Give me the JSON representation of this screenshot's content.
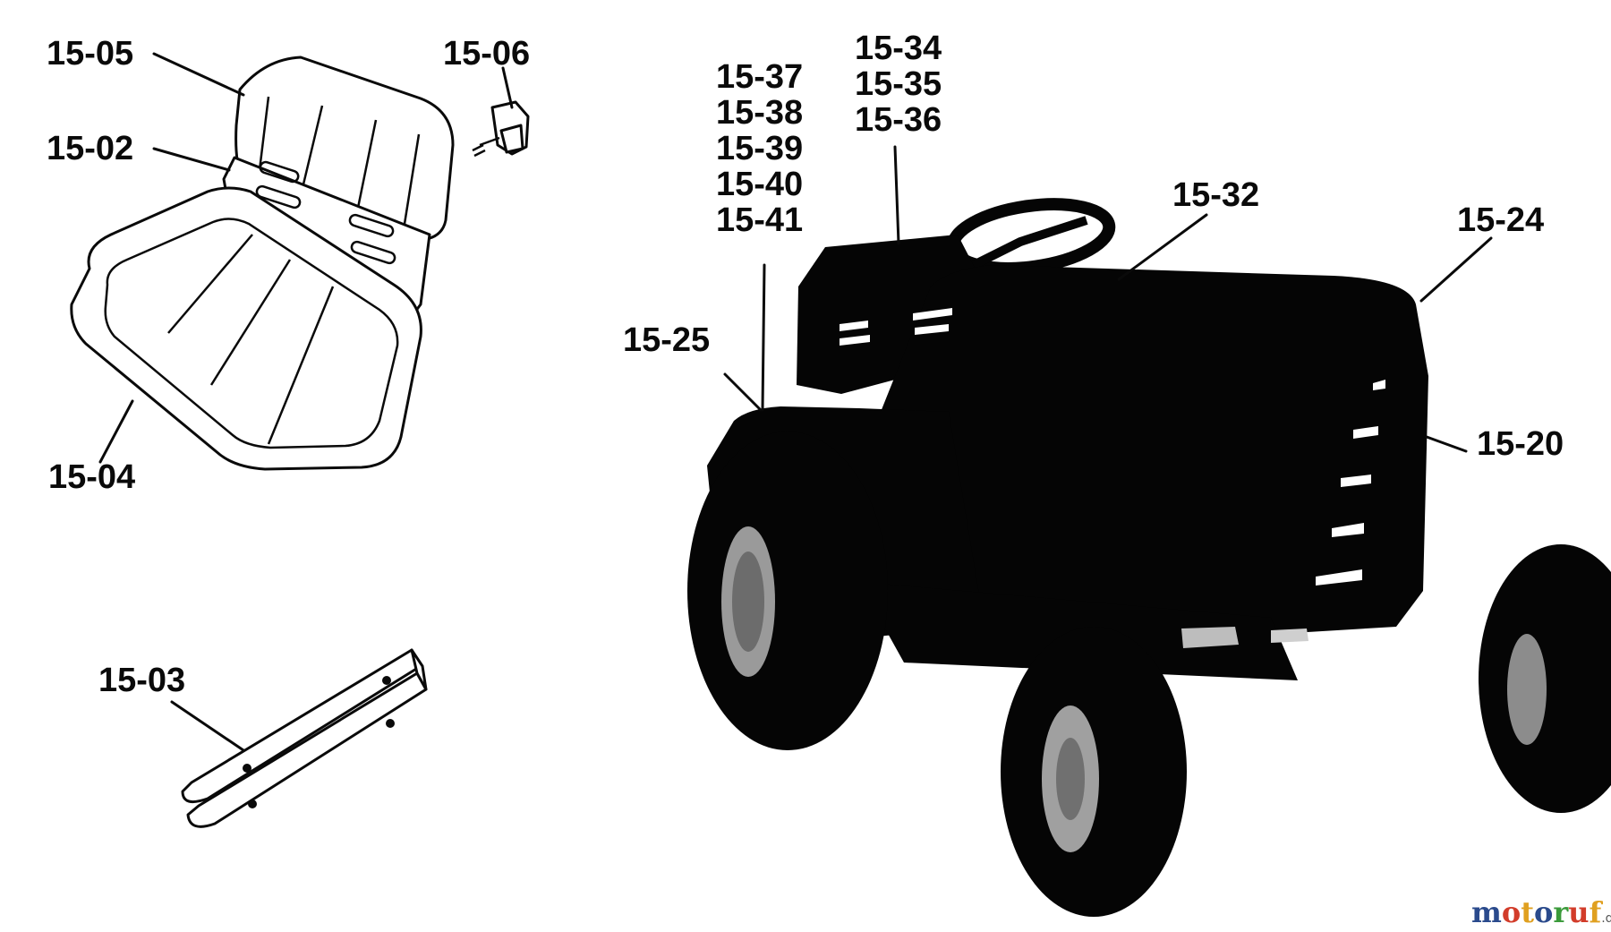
{
  "colors": {
    "ink": "#0a0a0a",
    "paper": "#ffffff",
    "silhouette": "#050505",
    "wheel_grey": "#9a9a9a"
  },
  "labels": {
    "p1505": "15-05",
    "p1506": "15-06",
    "p1502": "15-02",
    "p1504": "15-04",
    "p1503": "15-03",
    "p1537": "15-37",
    "p1538": "15-38",
    "p1539": "15-39",
    "p1540": "15-40",
    "p1541": "15-41",
    "p1534": "15-34",
    "p1535": "15-35",
    "p1536": "15-36",
    "p1532": "15-32",
    "p1524": "15-24",
    "p1525": "15-25",
    "p1520": "15-20"
  },
  "watermark": {
    "letters": [
      "m",
      "o",
      "t",
      "o",
      "r",
      "u",
      "f"
    ],
    "letter_colors": [
      "#2a4a8c",
      "#d23c2a",
      "#e0a020",
      "#2a4a8c",
      "#3a9a3a",
      "#d23c2a",
      "#e0a020"
    ],
    "suffix": ".de"
  }
}
